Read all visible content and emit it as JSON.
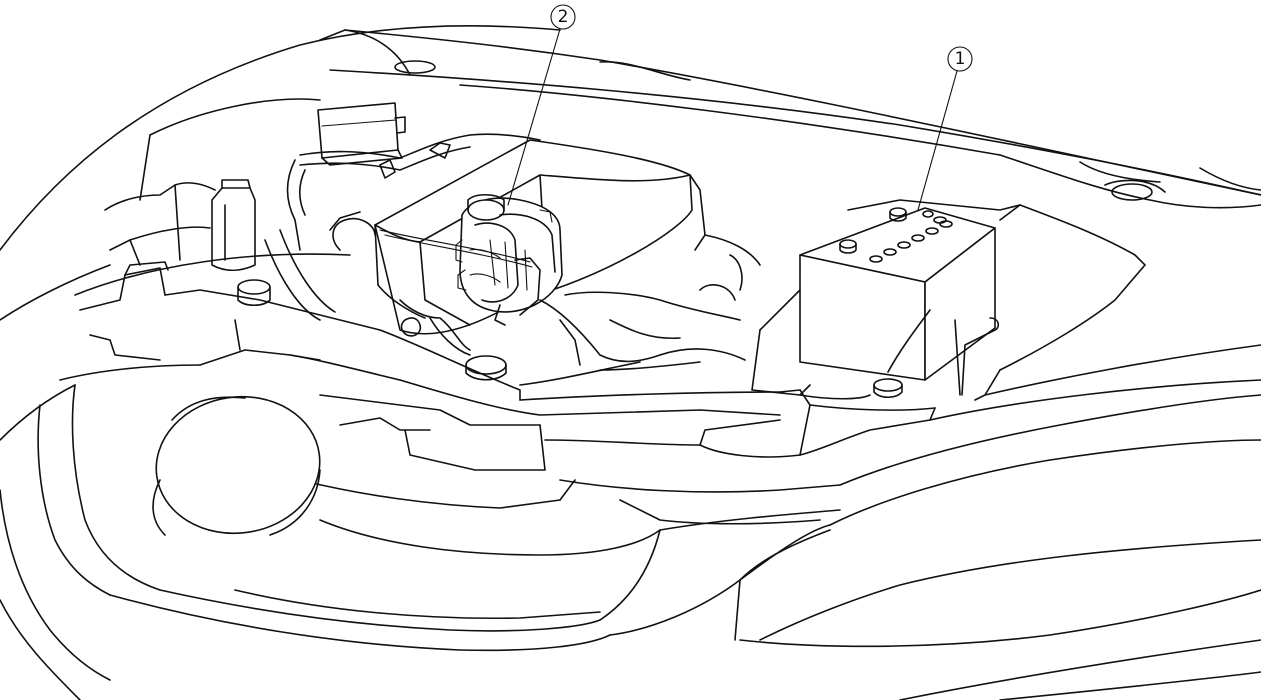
{
  "diagram": {
    "callouts": [
      {
        "id": "callout-1",
        "label": "1"
      },
      {
        "id": "callout-2",
        "label": "2"
      }
    ],
    "colors": {
      "line": "#111111",
      "background": "#ffffff"
    }
  }
}
